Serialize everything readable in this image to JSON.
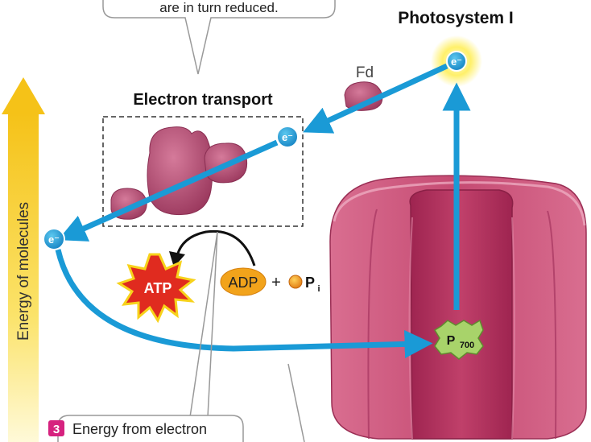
{
  "callout_top": {
    "text": "are in turn reduced."
  },
  "photosystem": {
    "title": "Photosystem I",
    "reaction_center": "P",
    "reaction_center_sub": "700"
  },
  "electron_transport": {
    "title": "Electron transport"
  },
  "ferredoxin": {
    "label": "Fd"
  },
  "electron": {
    "label": "e⁻"
  },
  "energy_axis": {
    "label": "Energy of molecules"
  },
  "atp": {
    "label": "ATP"
  },
  "adp": {
    "label": "ADP",
    "plus": "+",
    "pi": "P",
    "pi_sub": "i"
  },
  "step3": {
    "number": "3",
    "text": "Energy from electron"
  },
  "colors": {
    "arrow_blue": "#1a9ad6",
    "protein_pink": "#b0456d",
    "photosystem_pink": "#c2466c",
    "atp_red": "#e02b1f",
    "adp_orange": "#f2a31b",
    "p700_green": "#a8d36a",
    "step_badge": "#d6227f",
    "energy_yellow": "#f7c81b"
  }
}
